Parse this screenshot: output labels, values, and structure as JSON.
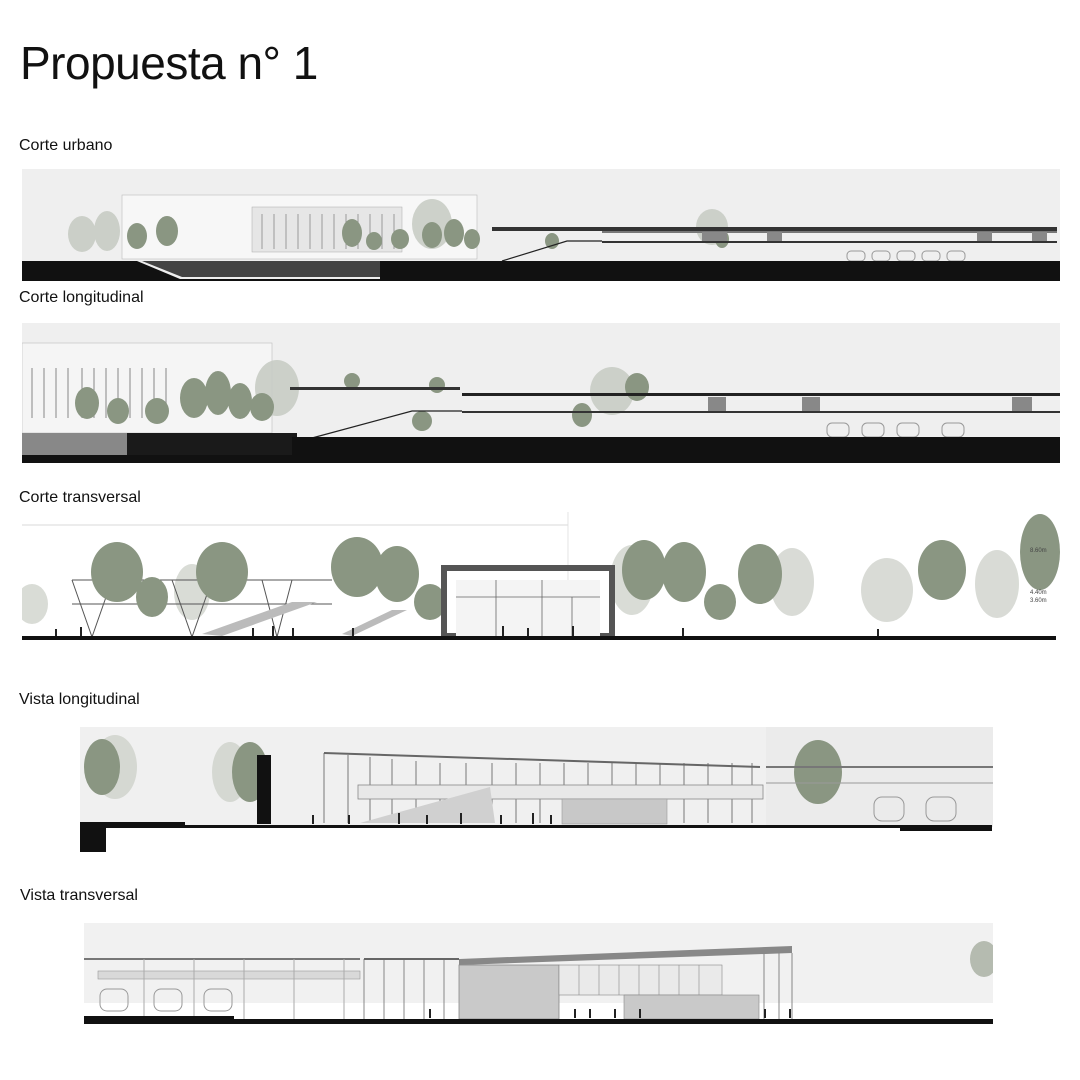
{
  "page": {
    "title": "Propuesta n° 1"
  },
  "sections": [
    {
      "id": "corte-urbano",
      "label": "Corte urbano"
    },
    {
      "id": "corte-longitudinal",
      "label": "Corte longitudinal"
    },
    {
      "id": "corte-transversal",
      "label": "Corte transversal",
      "level_marks": [
        "8.60m",
        "4.40m",
        "3.60m"
      ]
    },
    {
      "id": "vista-longitudinal",
      "label": "Vista longitudinal"
    },
    {
      "id": "vista-transversal",
      "label": "Vista transversal"
    }
  ],
  "colors": {
    "sky": "#efefef",
    "ground": "#111111",
    "tree": "#8a9682",
    "tree_light": "#c4c8c0",
    "building": "#d6d6d6",
    "accent": "#f2c230"
  }
}
